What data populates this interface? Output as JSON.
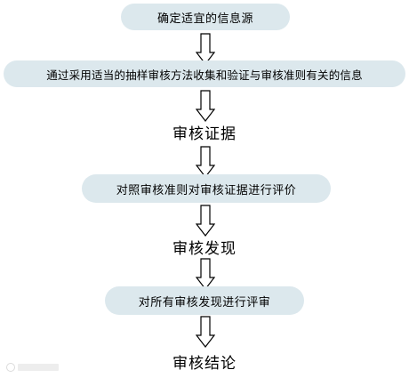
{
  "flowchart": {
    "steps": [
      {
        "label": "确定适宜的信息源",
        "style": "box"
      },
      {
        "label": "通过采用适当的抽样审核方法收集和验证与审核准则有关的信息",
        "style": "box"
      },
      {
        "label": "审核证据",
        "style": "plain"
      },
      {
        "label": "对照审核准则对审核证据进行评价",
        "style": "box"
      },
      {
        "label": "审核发现",
        "style": "plain"
      },
      {
        "label": "对所有审核发现进行评审",
        "style": "box"
      },
      {
        "label": "审核结论",
        "style": "plain"
      }
    ],
    "colors": {
      "box_fill": "#dce8ed",
      "arrow_stroke": "#000000",
      "arrow_fill": "#ffffff"
    }
  }
}
